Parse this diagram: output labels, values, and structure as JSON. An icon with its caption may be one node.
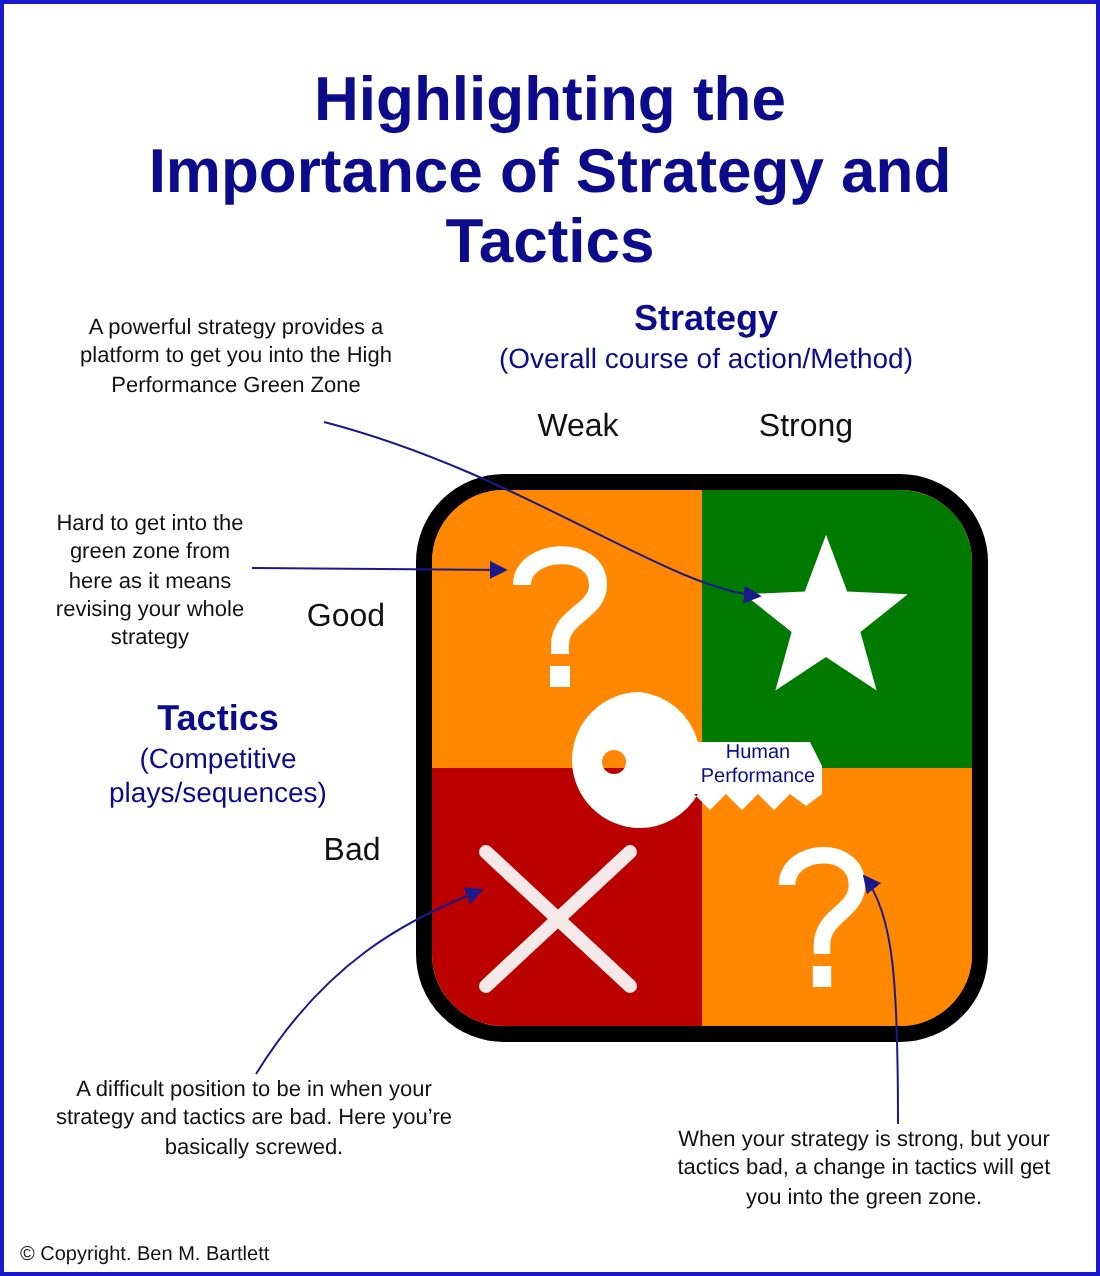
{
  "diagram": {
    "title": "Highlighting the Importance of Strategy and Tactics",
    "nodes": [
      {
        "text": [
          "A powerful strategy provides a platform to get you into the High Performance Green Zone"
        ]
      },
      {
        "text": [
          "Hard to get into the green zone from here as it means revising your whole strategy"
        ]
      },
      {
        "text": [],
        "shape": "question-mark"
      },
      {
        "text": [],
        "shape": "star"
      },
      {
        "text": [
          "Human Performance"
        ]
      },
      {
        "text": [],
        "shape": "cross"
      },
      {
        "text": [],
        "shape": "question-mark"
      },
      {
        "text": [
          "A difficult position to be in when your strategy and tactics are bad. Here you’re basically screwed."
        ]
      },
      {
        "text": [
          "When your strategy is strong, but your tactics bad, a change in tactics will get you into the green zone."
        ]
      }
    ],
    "edges": [
      {
        "from": 0,
        "to": 3,
        "arrow": "to"
      },
      {
        "from": 1,
        "to": 2,
        "arrow": "to"
      },
      {
        "from": 7,
        "to": 5,
        "arrow": "to"
      },
      {
        "from": 8,
        "to": 6,
        "arrow": "to"
      }
    ],
    "labels": [
      "Strategy",
      "(Overall course of action/Method)",
      "Weak",
      "Strong",
      "Good",
      "Tactics",
      "(Competitive plays/sequences)",
      "Bad",
      "© Copyright. Ben M. Bartlett"
    ]
  }
}
